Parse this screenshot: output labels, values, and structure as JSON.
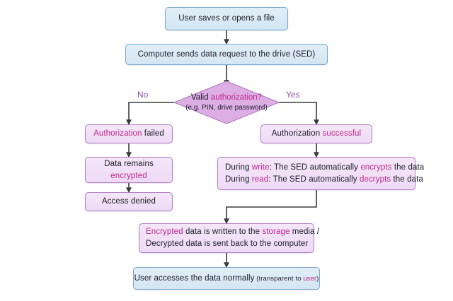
{
  "diagram": {
    "type": "flowchart",
    "title": "SED self-encrypting drive data flow",
    "background": "#ffffff",
    "colors": {
      "blue_fill": "#dbe9f4",
      "blue_border": "#7aa8c8",
      "purple_fill": "#f0e0f6",
      "purple_border": "#b07ec4",
      "diamond_fill": "#ddaee4",
      "diamond_border": "#b07ec4",
      "accent_pink": "#c0278c",
      "branch_label": "#8d4fa8",
      "connector": "#3b3b3b",
      "text": "#1c1c28"
    },
    "nodes": [
      {
        "id": "start",
        "shape": "rounded-rect",
        "style": "blue",
        "lines": [
          {
            "segments": [
              {
                "text": "User saves or opens a  file",
                "accent": false
              }
            ]
          }
        ]
      },
      {
        "id": "request",
        "shape": "rounded-rect",
        "style": "blue",
        "lines": [
          {
            "segments": [
              {
                "text": "Computer sends data request to the drive (SED)",
                "accent": false
              }
            ]
          }
        ]
      },
      {
        "id": "decision",
        "shape": "diamond",
        "style": "diamond",
        "line1_a": "Valid ",
        "line1_b": "authorization?",
        "line2": "(e.g. PIN, drive password)"
      },
      {
        "id": "auth-failed",
        "shape": "rounded-rect",
        "style": "purple",
        "lines": [
          {
            "segments": [
              {
                "text": "Authorization",
                "accent": true
              },
              {
                "text": " failed",
                "accent": false
              }
            ]
          }
        ]
      },
      {
        "id": "data-encrypted",
        "shape": "rounded-rect",
        "style": "purple",
        "lines": [
          {
            "segments": [
              {
                "text": "Data remains",
                "accent": false
              }
            ]
          },
          {
            "segments": [
              {
                "text": "encrypted",
                "accent": true
              }
            ]
          }
        ]
      },
      {
        "id": "access-denied",
        "shape": "rounded-rect",
        "style": "purple",
        "lines": [
          {
            "segments": [
              {
                "text": "Access denied",
                "accent": false
              }
            ]
          }
        ]
      },
      {
        "id": "auth-success",
        "shape": "rounded-rect",
        "style": "purple",
        "lines": [
          {
            "segments": [
              {
                "text": "Authorization ",
                "accent": false
              },
              {
                "text": "successful",
                "accent": true
              }
            ]
          }
        ]
      },
      {
        "id": "sed-operation",
        "shape": "rounded-rect",
        "style": "purple",
        "lines": [
          {
            "segments": [
              {
                "text": "During ",
                "accent": false
              },
              {
                "text": "write",
                "accent": true
              },
              {
                "text": ": The SED automatically ",
                "accent": false
              },
              {
                "text": "encrypts",
                "accent": true
              },
              {
                "text": " the data",
                "accent": false
              }
            ]
          },
          {
            "segments": [
              {
                "text": "During ",
                "accent": false
              },
              {
                "text": "read",
                "accent": true
              },
              {
                "text": ": The SED automatically ",
                "accent": false
              },
              {
                "text": "decrypts",
                "accent": true
              },
              {
                "text": " the data",
                "accent": false
              }
            ]
          }
        ]
      },
      {
        "id": "storage-io",
        "shape": "rounded-rect",
        "style": "purple",
        "lines": [
          {
            "segments": [
              {
                "text": "Encrypted",
                "accent": true
              },
              {
                "text": " data is written to the ",
                "accent": false
              },
              {
                "text": "storage",
                "accent": true
              },
              {
                "text": " media  /",
                "accent": false
              }
            ]
          },
          {
            "segments": [
              {
                "text": "Decrypted data is sent back to the computer",
                "accent": false
              }
            ]
          }
        ]
      },
      {
        "id": "end",
        "shape": "rounded-rect",
        "style": "blue",
        "main": "User accesses the data normally",
        "note_a": "(transparent to ",
        "note_b": "user",
        "note_c": ")"
      }
    ],
    "branch_labels": {
      "no": "No",
      "yes": "Yes"
    }
  }
}
